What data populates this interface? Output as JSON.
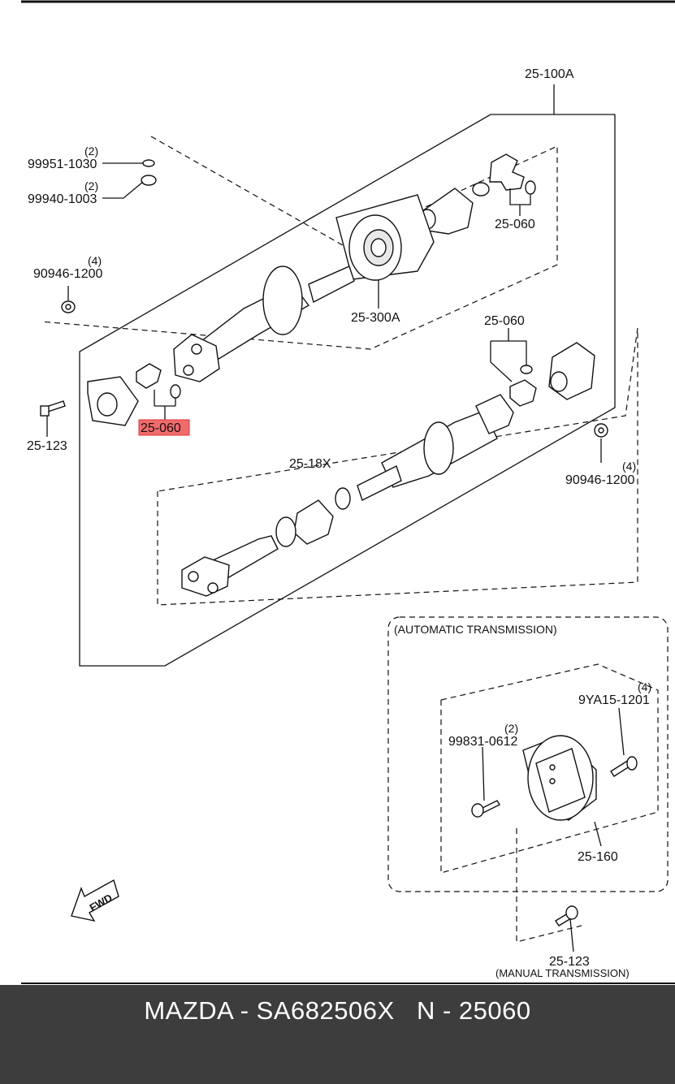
{
  "diagram": {
    "labels": {
      "assembly": "25-100A",
      "washer_qty": "(2)",
      "washer_part": "99951-1030",
      "seal_qty": "(2)",
      "seal_part": "99940-1003",
      "nut_front_qty": "(4)",
      "nut_front_part": "90946-1200",
      "ujoint_rear": "25-060",
      "center_bearing": "25-300A",
      "ujoint_mid": "25-060",
      "ujoint_front_highlighted": "25-060",
      "bolt_front": "25-123",
      "shaft_front": "25-18X",
      "nut_rear_qty": "(4)",
      "nut_rear_part": "90946-1200",
      "auto_trans_caption": "(AUTOMATIC TRANSMISSION)",
      "bolt_9ya_qty": "(4)",
      "bolt_9ya_part": "9YA15-1201",
      "bolt_998_qty": "(2)",
      "bolt_998_part": "99831-0612",
      "damper": "25-160",
      "bolt_manual": "25-123",
      "manual_trans_caption": "(MANUAL TRANSMISSION)",
      "fwd": "FWD"
    },
    "highlight_color": "#f26b6b"
  },
  "footer": {
    "text": "MAZDA - SA682506X   N - 25060"
  },
  "colors": {
    "footer_bg": "#3d3d3d",
    "footer_text": "#ffffff",
    "line": "#111111"
  }
}
